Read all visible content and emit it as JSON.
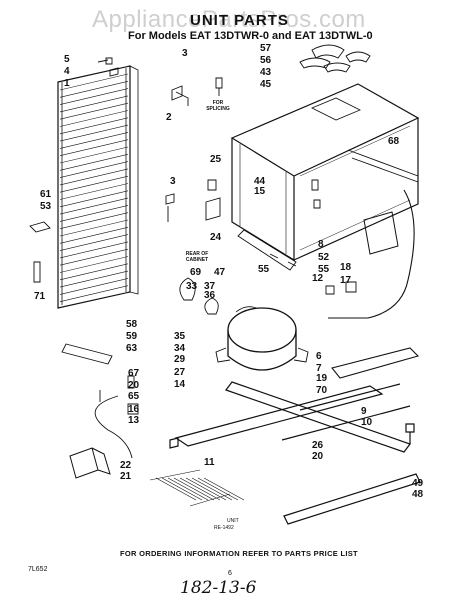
{
  "watermark": "AppliancePartsPros.com",
  "title": "UNIT PARTS",
  "models": "For Models EAT 13DTWR-0 and EAT 13DTWL-0",
  "notes": {
    "for_splicing": "FOR SPLICING",
    "rear_of_cabinet": "REAR OF CABINET",
    "unit_label": "UNIT",
    "unit_number": "RE-1492"
  },
  "footer": "FOR ORDERING INFORMATION REFER TO PARTS PRICE LIST",
  "doc_code": "7L652",
  "page_number": "6",
  "handwritten": "182-13-6",
  "callouts": [
    {
      "n": "5"
    },
    {
      "n": "4"
    },
    {
      "n": "1"
    },
    {
      "n": "3"
    },
    {
      "n": "2"
    },
    {
      "n": "3"
    },
    {
      "n": "61"
    },
    {
      "n": "53"
    },
    {
      "n": "71"
    },
    {
      "n": "57"
    },
    {
      "n": "56"
    },
    {
      "n": "43"
    },
    {
      "n": "45"
    },
    {
      "n": "44"
    },
    {
      "n": "15"
    },
    {
      "n": "25"
    },
    {
      "n": "24"
    },
    {
      "n": "68"
    },
    {
      "n": "8"
    },
    {
      "n": "52"
    },
    {
      "n": "55"
    },
    {
      "n": "55"
    },
    {
      "n": "18"
    },
    {
      "n": "12"
    },
    {
      "n": "17"
    },
    {
      "n": "69"
    },
    {
      "n": "47"
    },
    {
      "n": "33"
    },
    {
      "n": "37"
    },
    {
      "n": "36"
    },
    {
      "n": "58"
    },
    {
      "n": "59"
    },
    {
      "n": "63"
    },
    {
      "n": "35"
    },
    {
      "n": "34"
    },
    {
      "n": "29"
    },
    {
      "n": "27"
    },
    {
      "n": "14"
    },
    {
      "n": "6"
    },
    {
      "n": "7"
    },
    {
      "n": "19"
    },
    {
      "n": "70"
    },
    {
      "n": "67"
    },
    {
      "n": "20"
    },
    {
      "n": "65"
    },
    {
      "n": "16"
    },
    {
      "n": "13"
    },
    {
      "n": "9"
    },
    {
      "n": "10"
    },
    {
      "n": "26"
    },
    {
      "n": "20"
    },
    {
      "n": "11"
    },
    {
      "n": "49"
    },
    {
      "n": "48"
    },
    {
      "n": "22"
    },
    {
      "n": "21"
    }
  ]
}
